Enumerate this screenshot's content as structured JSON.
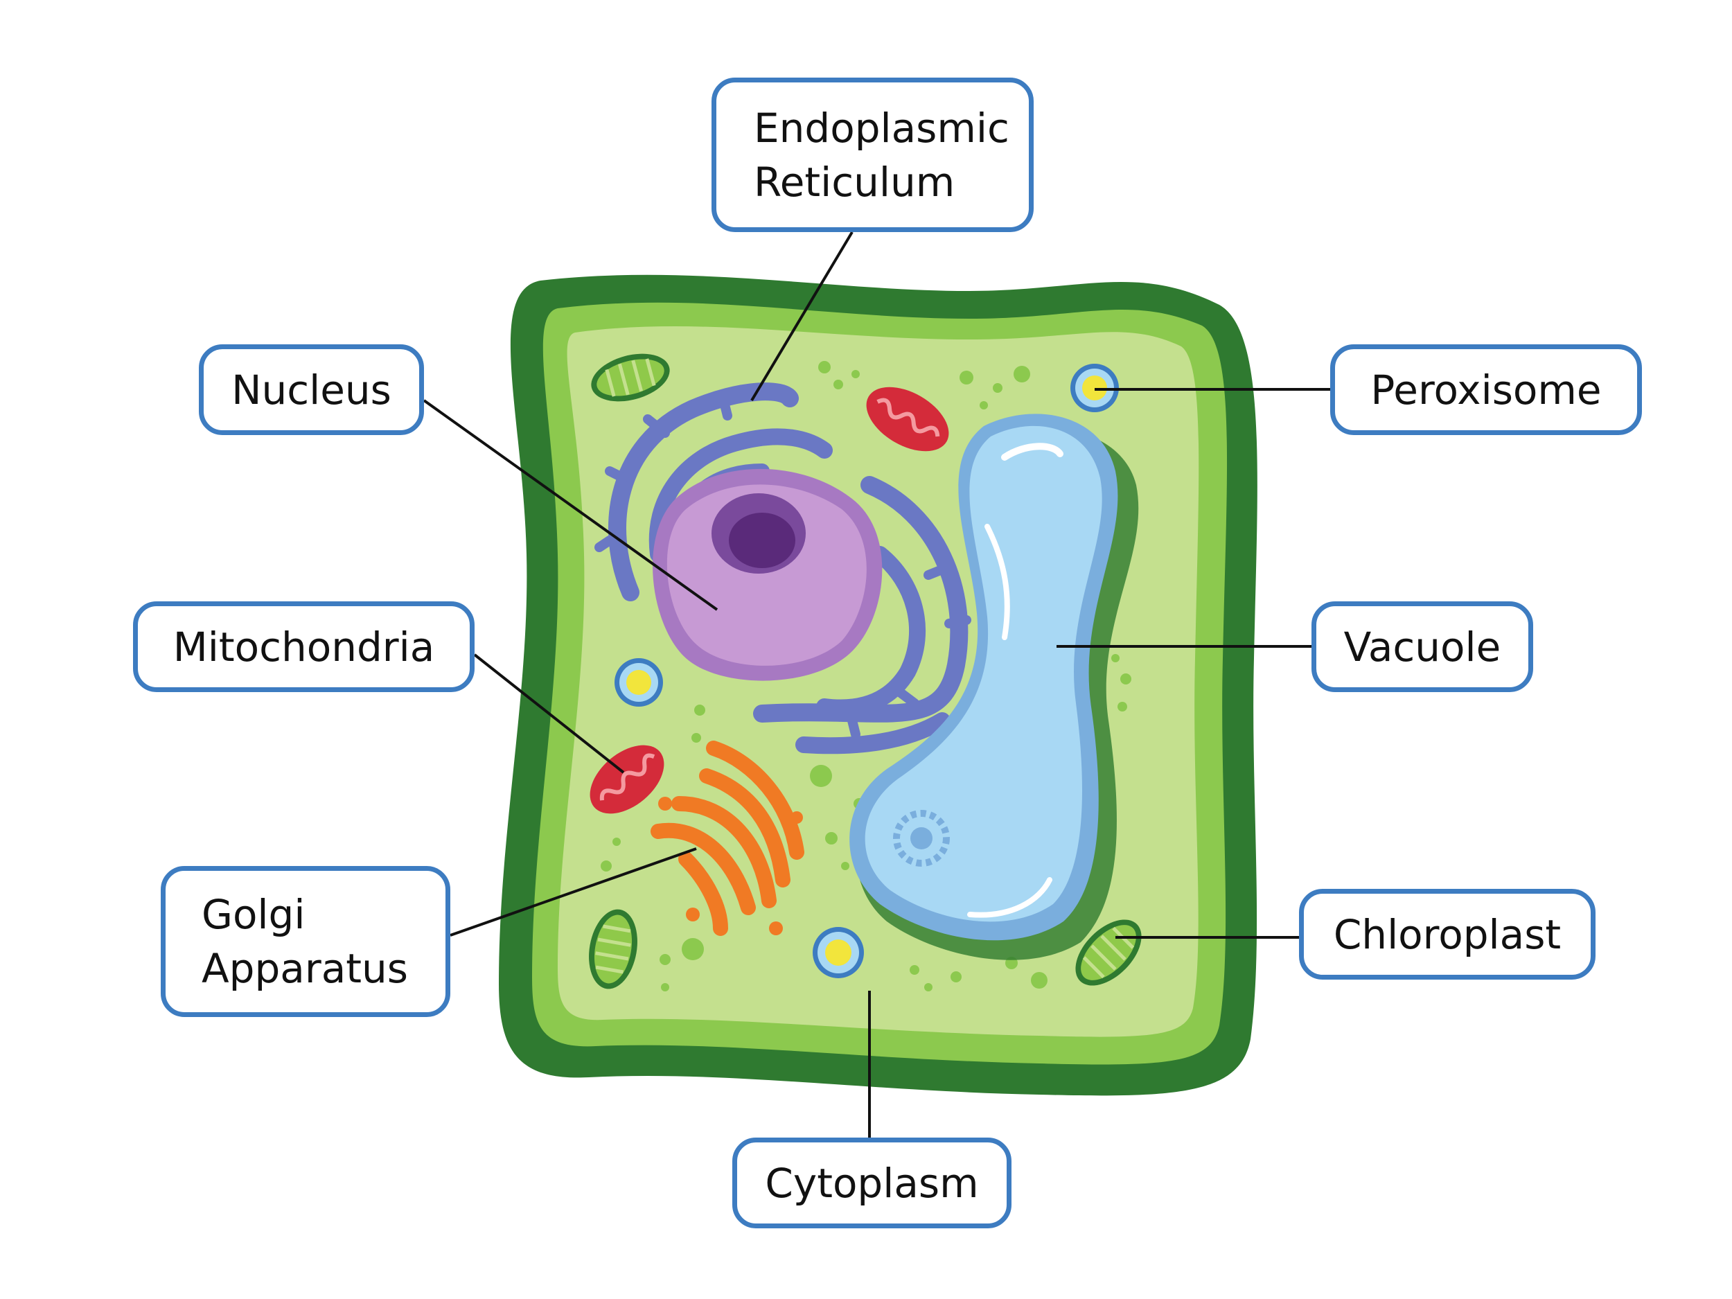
{
  "labels": {
    "endoplasmic_reticulum": "Endoplasmic\nReticulum",
    "nucleus": "Nucleus",
    "mitochondria": "Mitochondria",
    "golgi_apparatus": "Golgi\nApparatus",
    "peroxisome": "Peroxisome",
    "vacuole": "Vacuole",
    "chloroplast": "Chloroplast",
    "cytoplasm": "Cytoplasm"
  },
  "colors": {
    "label_border": "#3d7cc1",
    "cell_wall": "#2f7a30",
    "cytoplasm": "#c4e08e",
    "nucleus": "#c79ad4",
    "nucleolus": "#6b3a8c",
    "endoplasmic_reticulum": "#6a78c4",
    "vacuole": "#a8d8f4",
    "mitochondria": "#d42b3a",
    "golgi": "#f07a24",
    "chloroplast": "#8fc94a",
    "peroxisome": "#f2e53c"
  }
}
